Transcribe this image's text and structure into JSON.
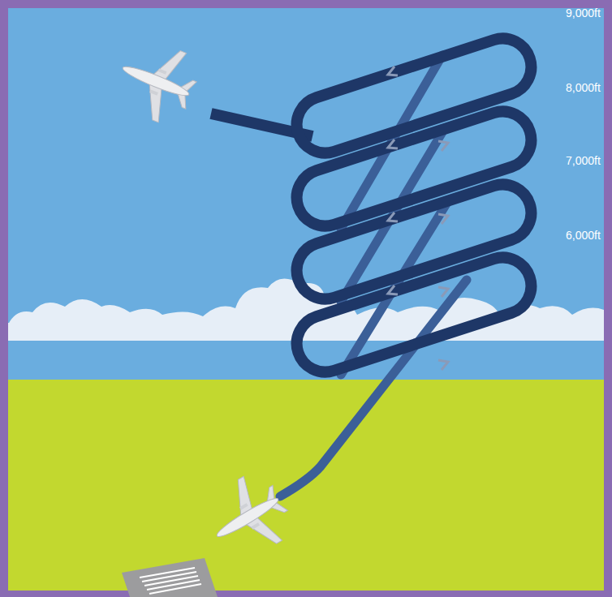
{
  "diagram": {
    "labels": [
      "9,000ft",
      "8,000ft",
      "7,000ft",
      "6,000ft"
    ]
  }
}
